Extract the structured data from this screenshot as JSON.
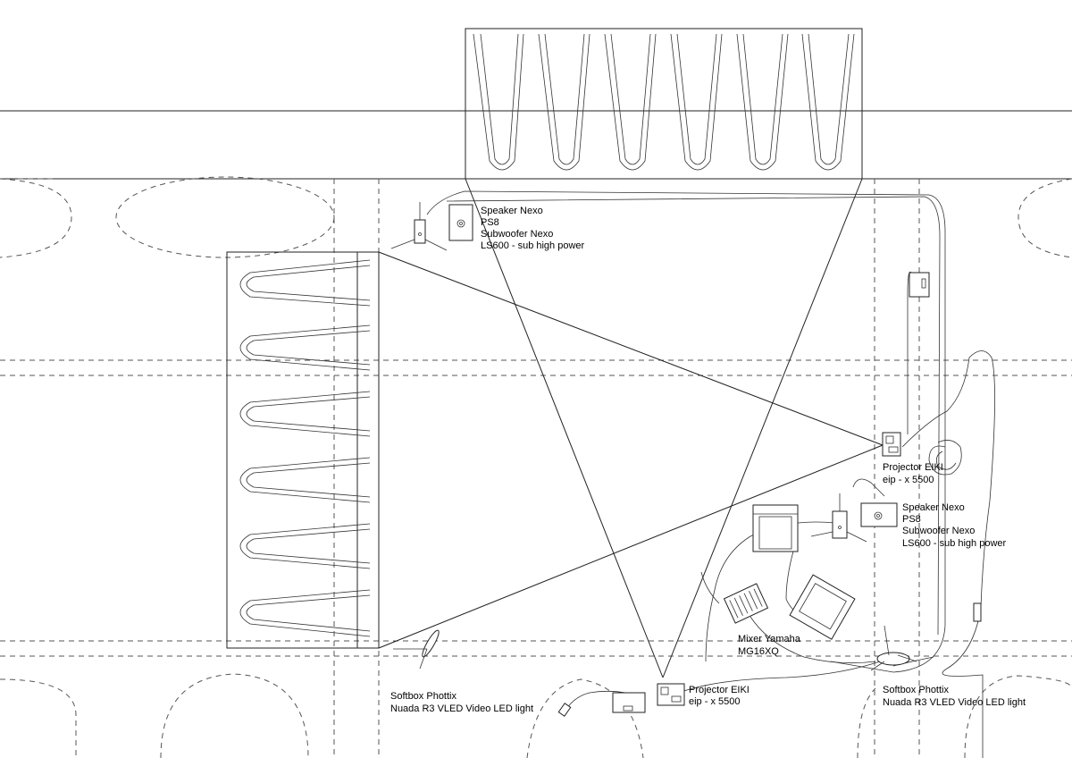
{
  "labels": {
    "speaker_top": [
      "Speaker Nexo",
      "PS8",
      "Subwoofer Nexo",
      "LS600 - sub high power"
    ],
    "projector_right": [
      "Projector EIKI",
      "eip - x 5500"
    ],
    "speaker_right": [
      "Speaker Nexo",
      "PS8",
      "Subwoofer Nexo",
      "LS600 - sub high power"
    ],
    "mixer": [
      "Mixer Yamaha",
      "MG16XQ"
    ],
    "softbox_left": [
      "Softbox Phottix",
      "Nuada R3 VLED Video LED light"
    ],
    "projector_bottom": [
      "Projector EIKI",
      "eip - x 5500"
    ],
    "softbox_right": [
      "Softbox Phottix",
      "Nuada R3 VLED Video LED light"
    ]
  }
}
